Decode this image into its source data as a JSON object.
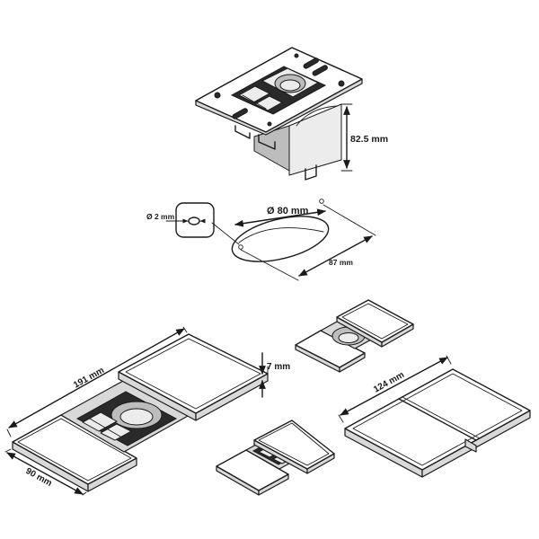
{
  "dimensions": {
    "height": "82.5 mm",
    "hole_diameter": "Ø 80 mm",
    "pin_diameter": "Ø 2 mm",
    "plate_width": "87 mm",
    "length_open": "191 mm",
    "thickness": "7 mm",
    "width": "90 mm",
    "length_closed": "124 mm"
  }
}
